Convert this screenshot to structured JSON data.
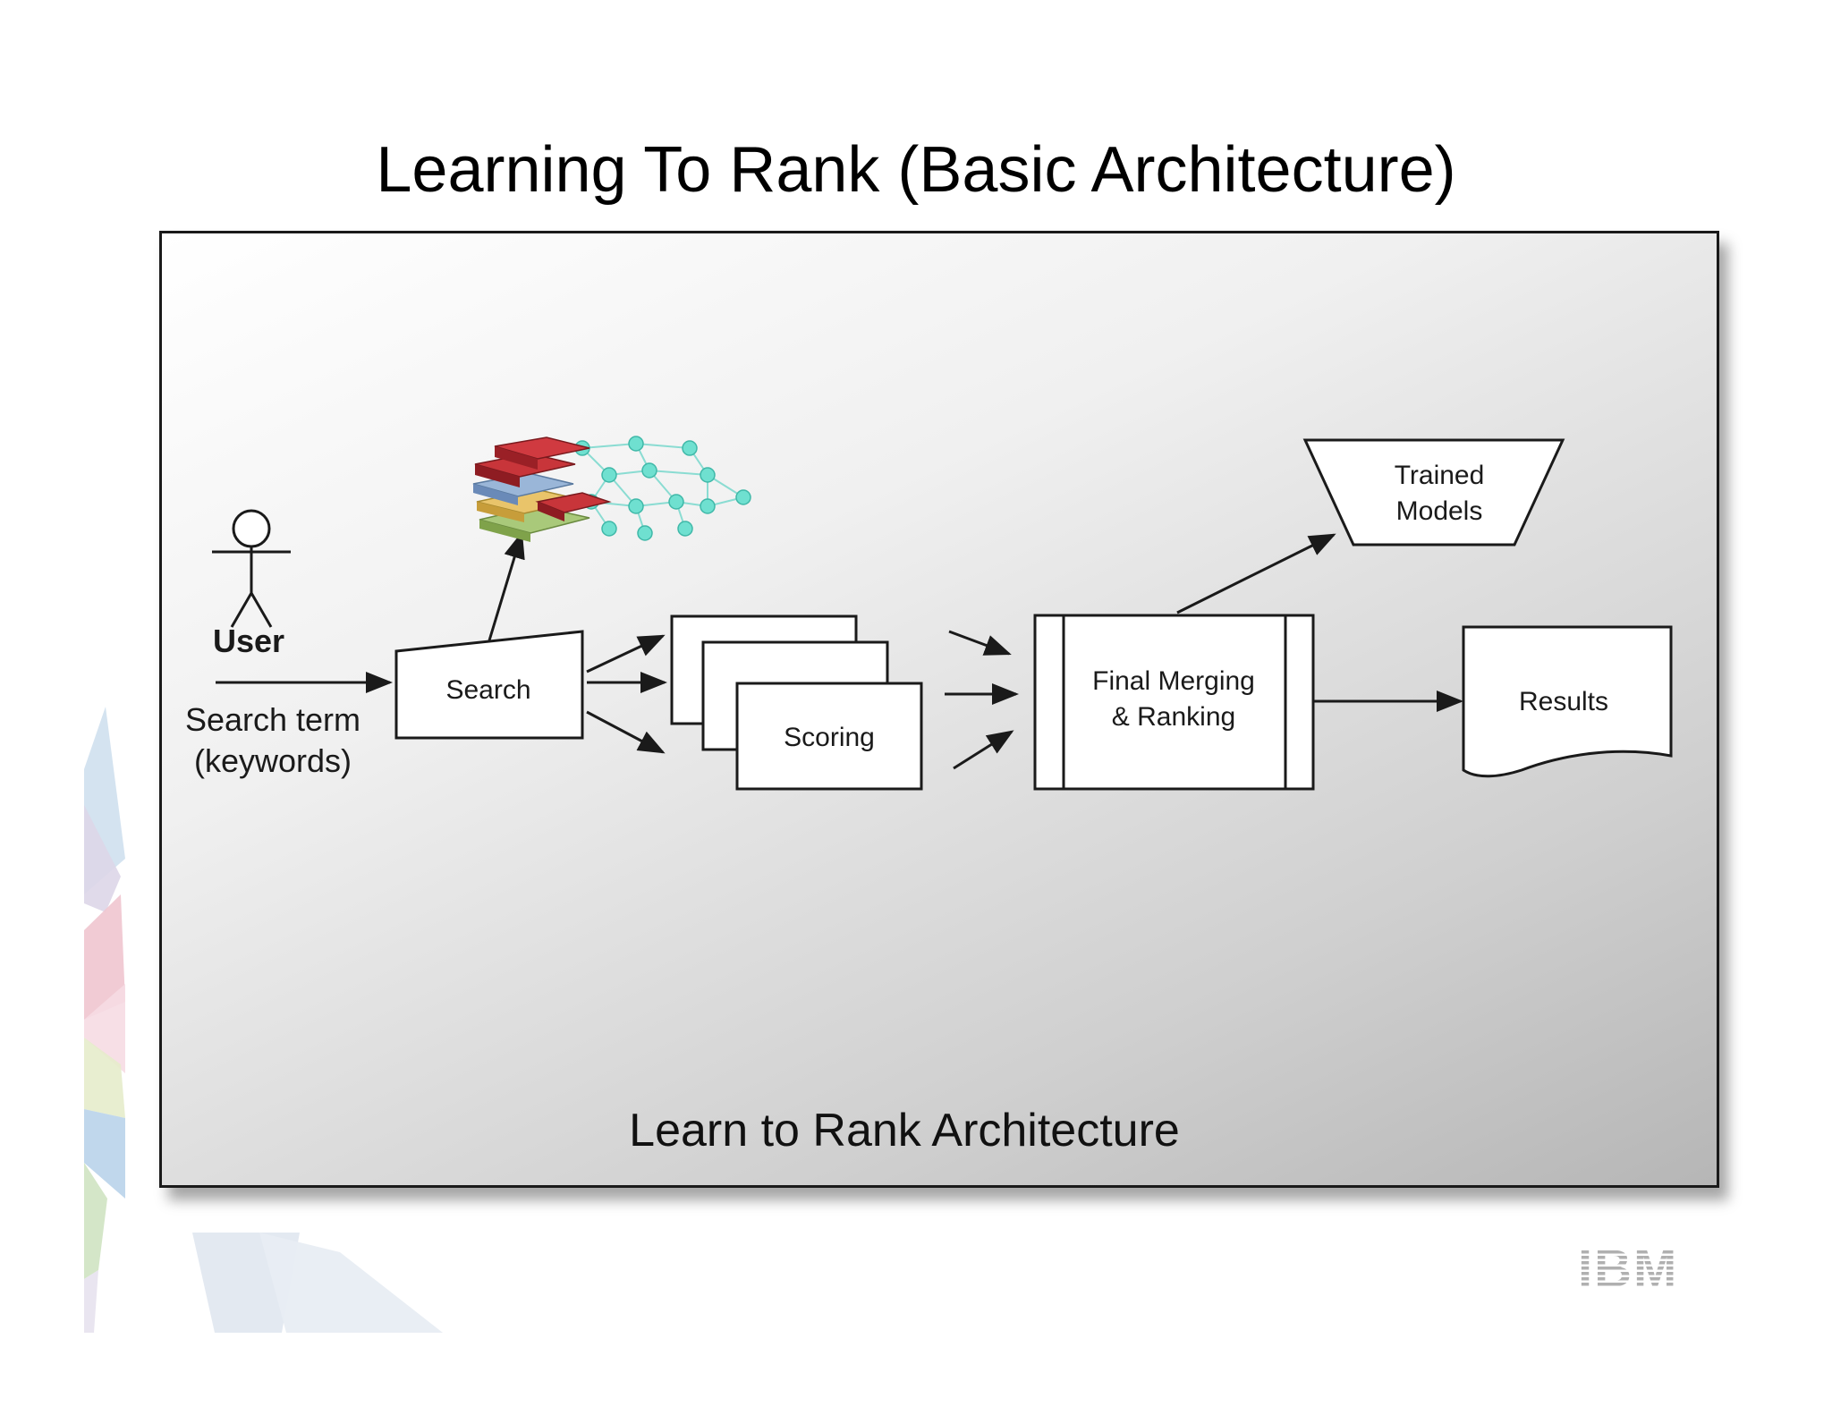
{
  "slide": {
    "title": "Learning To Rank (Basic Architecture)"
  },
  "diagram": {
    "caption": "Learn to Rank Architecture",
    "user_label": "User",
    "search_term_label": {
      "line1": "Search term",
      "line2": "(keywords)"
    },
    "search_box_label": "Search",
    "scoring_box_label": "Scoring",
    "merge_box_label": {
      "line1": "Final Merging",
      "line2": "& Ranking"
    },
    "trained_models_label": {
      "line1": "Trained",
      "line2": "Models"
    },
    "results_label": "Results",
    "index_icon": "books-and-network-graph-icon"
  },
  "logo": {
    "icon": "ibm-logo",
    "text": "IBM"
  },
  "colors": {
    "stroke": "#1a1a1a",
    "book_red": "#b8262c",
    "book_green": "#8cb84a",
    "network_teal": "#6fe0d0",
    "ibm_gray": "#b0b0b0"
  }
}
